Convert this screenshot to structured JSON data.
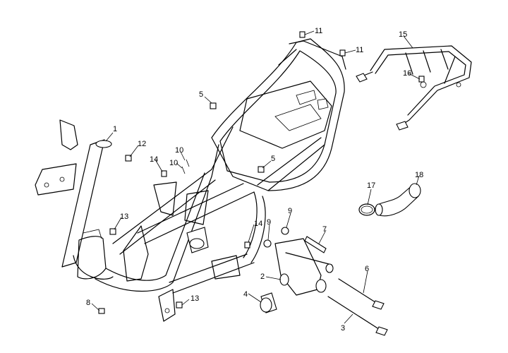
{
  "diagram": {
    "callouts": [
      {
        "id": "c1",
        "text": "1"
      },
      {
        "id": "c2",
        "text": "2"
      },
      {
        "id": "c3",
        "text": "3"
      },
      {
        "id": "c4",
        "text": "4"
      },
      {
        "id": "c5a",
        "text": "5"
      },
      {
        "id": "c5b",
        "text": "5"
      },
      {
        "id": "c6",
        "text": "6"
      },
      {
        "id": "c7",
        "text": "7"
      },
      {
        "id": "c8",
        "text": "8"
      },
      {
        "id": "c9a",
        "text": "9"
      },
      {
        "id": "c9b",
        "text": "9"
      },
      {
        "id": "c10a",
        "text": "10"
      },
      {
        "id": "c10b",
        "text": "10"
      },
      {
        "id": "c11a",
        "text": "11"
      },
      {
        "id": "c11b",
        "text": "11"
      },
      {
        "id": "c12",
        "text": "12"
      },
      {
        "id": "c13a",
        "text": "13"
      },
      {
        "id": "c13b",
        "text": "13"
      },
      {
        "id": "c14a",
        "text": "14"
      },
      {
        "id": "c14b",
        "text": "14"
      },
      {
        "id": "c15",
        "text": "15"
      },
      {
        "id": "c16",
        "text": "16"
      },
      {
        "id": "c17",
        "text": "17"
      },
      {
        "id": "c18",
        "text": "18"
      }
    ]
  }
}
